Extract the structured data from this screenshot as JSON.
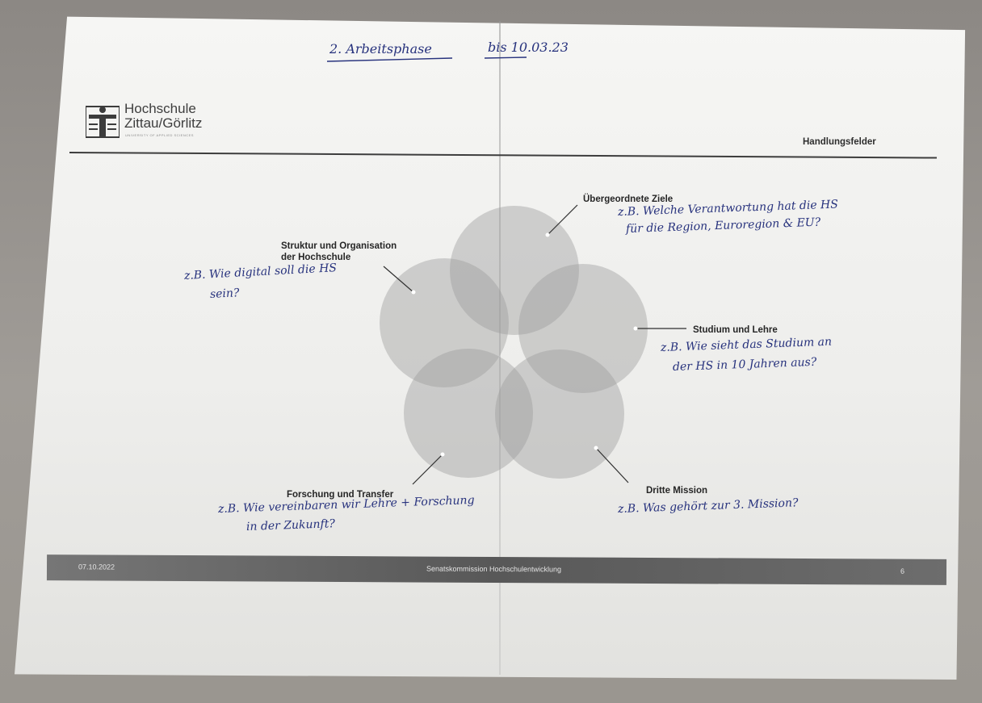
{
  "title_note": {
    "text": "2. Arbeitsphase",
    "date": "bis 10.03.23"
  },
  "logo": {
    "name_line1": "Hochschule",
    "name_line2": "Zittau/Görlitz",
    "subtitle": "UNIVERSITY OF APPLIED SCIENCES"
  },
  "header": {
    "title": "Handlungsfelder"
  },
  "diagram": {
    "fields": [
      {
        "label": "Übergeordnete Ziele",
        "note": [
          "z.B. Welche Verantwortung hat die HS",
          "für die Region, Euroregion & EU?"
        ]
      },
      {
        "label_lines": [
          "Struktur und Organisation",
          "der Hochschule"
        ],
        "note": [
          "z.B. Wie digital soll die HS",
          "sein?"
        ]
      },
      {
        "label": "Studium und Lehre",
        "note": [
          "z.B. Wie sieht das Studium an",
          "der HS in 10 Jahren aus?"
        ]
      },
      {
        "label": "Forschung und Transfer",
        "note": [
          "z.B. Wie vereinbaren wir Lehre + Forschung",
          "in der Zukunft?"
        ]
      },
      {
        "label": "Dritte Mission",
        "note": [
          "z.B. Was gehört zur 3. Mission?"
        ]
      }
    ]
  },
  "footer": {
    "date": "07.10.2022",
    "center": "Senatskommission Hochschulentwicklung",
    "page": "6"
  },
  "colors": {
    "circle_fill": "#9a9a9a",
    "ink": "#27327d",
    "footer_bar": "#5e5e5e"
  }
}
